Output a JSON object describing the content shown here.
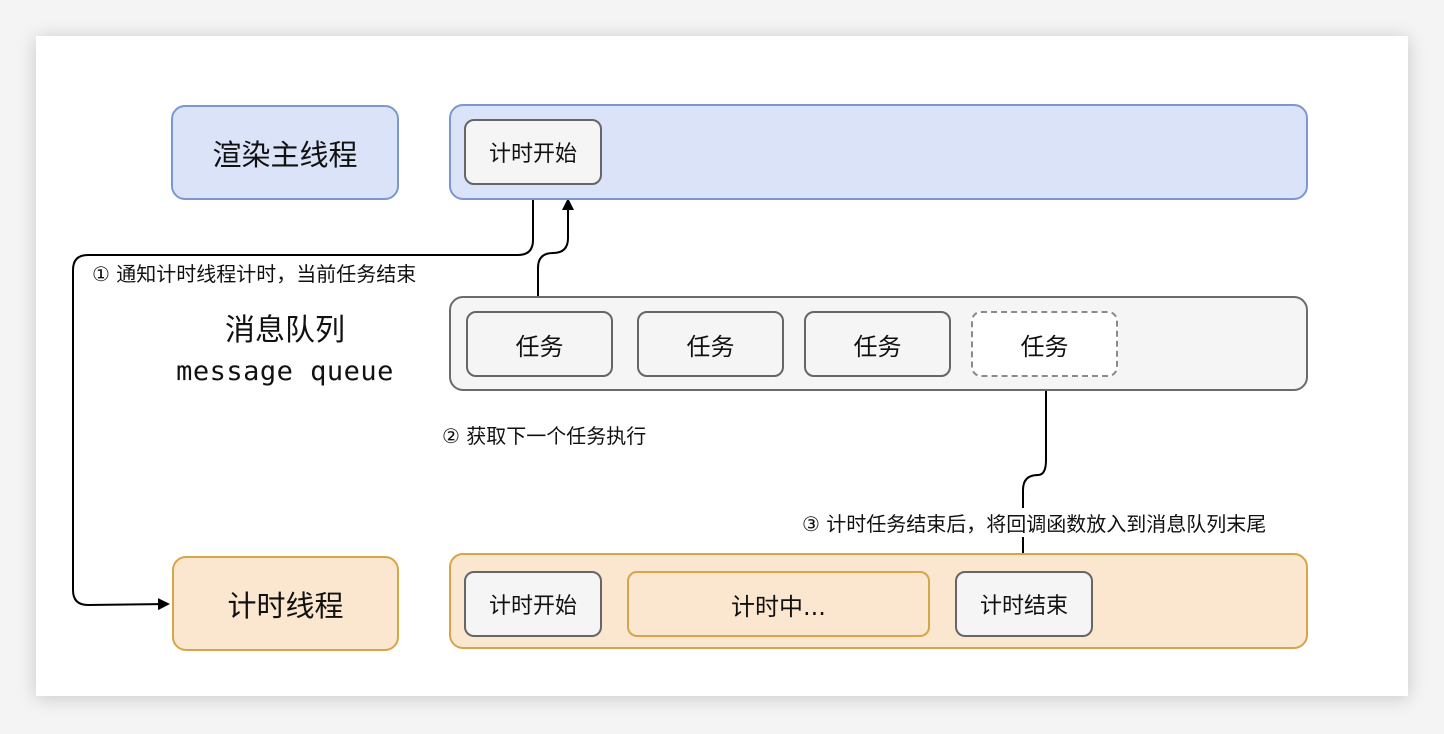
{
  "render_main_thread": {
    "label": "渲染主线程",
    "timer_start": "计时开始"
  },
  "message_queue": {
    "label_zh": "消息队列",
    "label_en": "message queue",
    "tasks": [
      "任务",
      "任务",
      "任务",
      "任务"
    ]
  },
  "timer_thread": {
    "label": "计时线程",
    "timer_start": "计时开始",
    "timing": "计时中...",
    "timer_end": "计时结束"
  },
  "steps": {
    "step1": "① 通知计时线程计时，当前任务结束",
    "step2": "② 获取下一个任务执行",
    "step3": "③ 计时任务结束后，将回调函数放入到消息队列末尾"
  },
  "colors": {
    "blue_fill": "#dae3f8",
    "blue_stroke": "#7c98cf",
    "orange_fill": "#fbe6cf",
    "orange_stroke": "#d6a54a",
    "gray_fill": "#f5f5f5",
    "gray_stroke": "#6b6b6b"
  }
}
